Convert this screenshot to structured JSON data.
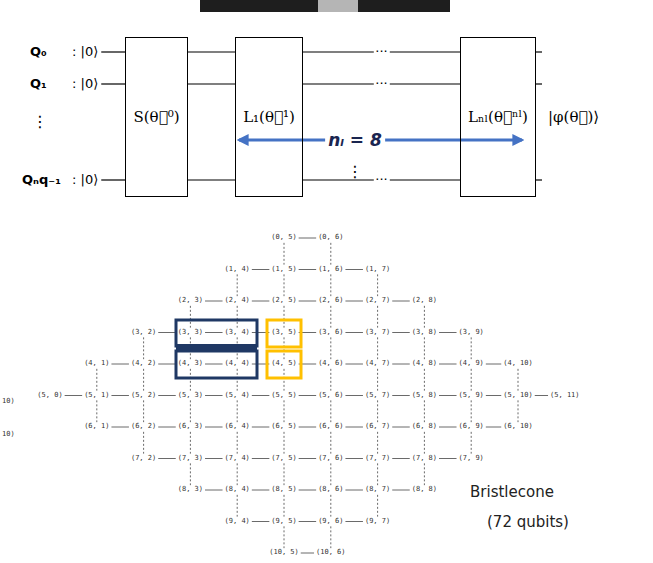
{
  "diagram": {
    "nodes": [
      {
        "text": [
          "S(θ⃗⁰)"
        ]
      },
      {
        "text": [
          "L₁(θ⃗¹)"
        ]
      },
      {
        "text": [
          "Lₙₗ(θ⃗ⁿˡ)"
        ]
      }
    ],
    "edges": [
      {
        "from": 0,
        "to": 1,
        "arrow": "none"
      },
      {
        "from": 0,
        "to": 1,
        "arrow": "none"
      },
      {
        "from": 0,
        "to": 1,
        "arrow": "none"
      },
      {
        "from": 1,
        "to": 2,
        "arrow": "none",
        "label": "···"
      },
      {
        "from": 1,
        "to": 2,
        "arrow": "none",
        "label": "···"
      },
      {
        "from": 1,
        "to": 2,
        "arrow": "none",
        "label": "···"
      }
    ],
    "labels": [
      "Q₀",
      ": |0⟩",
      "Q₁",
      ": |0⟩",
      "⋮",
      "Qₙq₋₁",
      ": |0⟩",
      "⋮",
      "nₗ = 8",
      "|φ(θ⃗)⟩",
      "(0, 5)",
      "(0, 6)",
      "(1, 4)",
      "(1, 5)",
      "(1, 6)",
      "(1, 7)",
      "(2, 3)",
      "(2, 4)",
      "(2, 5)",
      "(2, 6)",
      "(2, 7)",
      "(2, 8)",
      "(3, 2)",
      "(3, 3)",
      "(3, 4)",
      "(3, 5)",
      "(3, 6)",
      "(3, 7)",
      "(3, 8)",
      "(3, 9)",
      "(4, 1)",
      "(4, 2)",
      "(4, 3)",
      "(4, 4)",
      "(4, 5)",
      "(4, 6)",
      "(4, 7)",
      "(4, 8)",
      "(4, 9)",
      "(4, 10)",
      "(5, 0)",
      "(5, 1)",
      "(5, 2)",
      "(5, 3)",
      "(5, 4)",
      "(5, 5)",
      "(5, 6)",
      "(5, 7)",
      "(5, 8)",
      "(5, 9)",
      "(5, 10)",
      "(5, 11)",
      "(6, 1)",
      "(6, 2)",
      "(6, 3)",
      "(6, 4)",
      "(6, 5)",
      "(6, 6)",
      "(6, 7)",
      "(6, 8)",
      "(6, 9)",
      "(6, 10)",
      "(7, 2)",
      "(7, 3)",
      "(7, 4)",
      "(7, 5)",
      "(7, 6)",
      "(7, 7)",
      "(7, 8)",
      "(7, 9)",
      "(8, 3)",
      "(8, 4)",
      "(8, 5)",
      "(8, 6)",
      "(8, 7)",
      "(8, 8)",
      "(9, 4)",
      "(9, 5)",
      "(9, 6)",
      "(9, 7)",
      "(10, 5)",
      "(10, 6)",
      "10)",
      "10)",
      "Bristlecone",
      "(72 qubits)"
    ]
  }
}
